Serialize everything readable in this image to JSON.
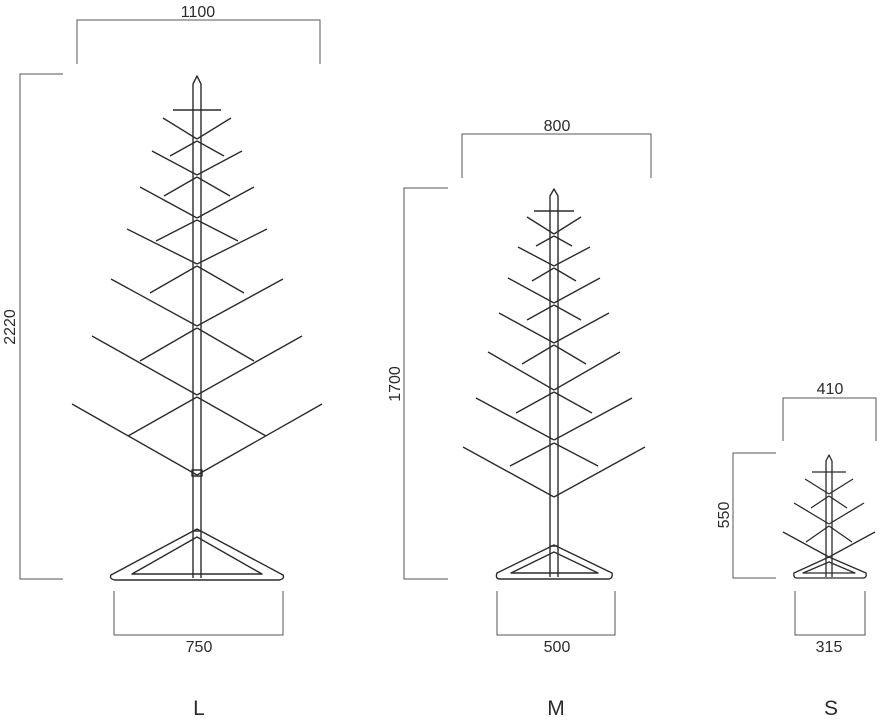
{
  "colors": {
    "line": "#2b2b2b",
    "dimension": "#555555",
    "background": "#ffffff"
  },
  "trees": [
    {
      "size_label": "L",
      "width": "1100",
      "height": "2220",
      "base": "750"
    },
    {
      "size_label": "M",
      "width": "800",
      "height": "1700",
      "base": "500"
    },
    {
      "size_label": "S",
      "width": "410",
      "height": "550",
      "base": "315"
    }
  ]
}
